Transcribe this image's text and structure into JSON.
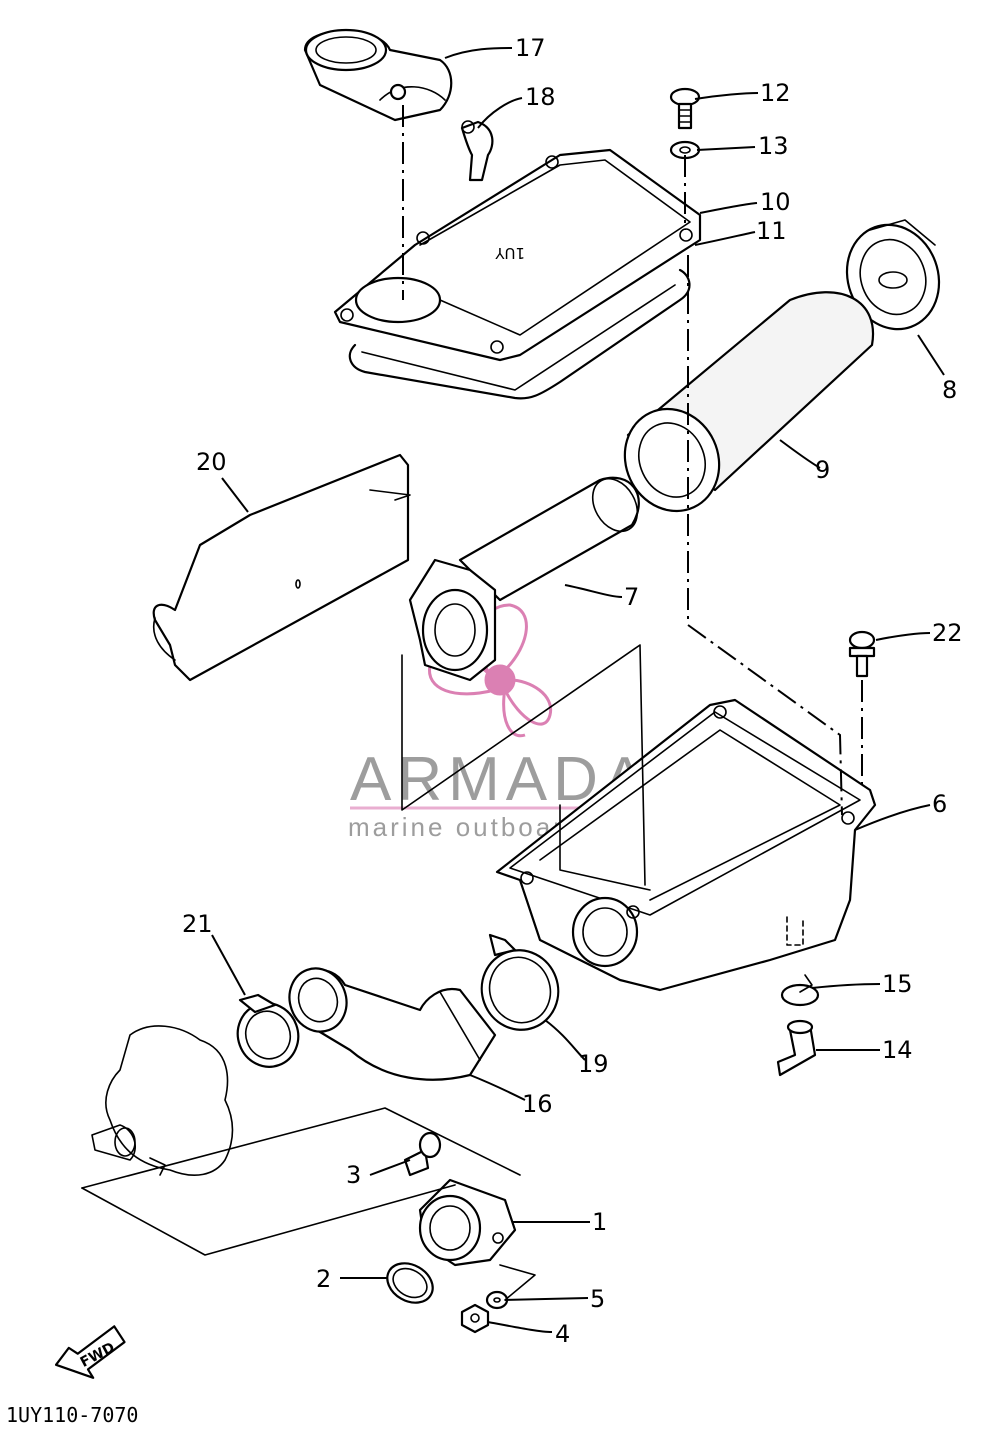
{
  "callouts": {
    "c1": "1",
    "c2": "2",
    "c3": "3",
    "c4": "4",
    "c5": "5",
    "c6": "6",
    "c7": "7",
    "c8": "8",
    "c9": "9",
    "c10": "10",
    "c11": "11",
    "c12": "12",
    "c13": "13",
    "c14": "14",
    "c15": "15",
    "c16": "16",
    "c17": "17",
    "c18": "18",
    "c19": "19",
    "c20": "20",
    "c21": "21",
    "c22": "22"
  },
  "cover_marking": "1UY",
  "fwd_label": "FWD",
  "diagram_code": "1UY110-7070",
  "watermark": {
    "title": "ARMADA",
    "subtitle": "marine outboards",
    "title_color": "#8c8c8c",
    "accent_color": "#e6a0c8",
    "logo_color": "#d56aa6"
  }
}
